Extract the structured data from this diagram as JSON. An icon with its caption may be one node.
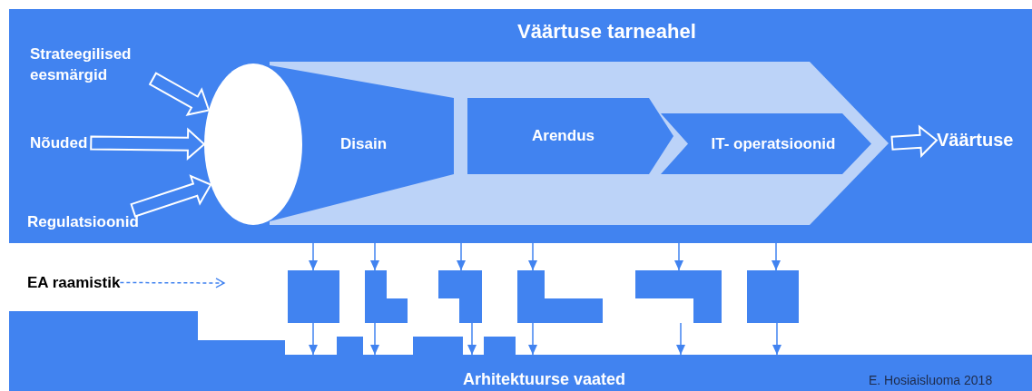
{
  "diagram": {
    "nodes": [
      {
        "text": [
          "Väärtuse tarneahel"
        ]
      },
      {
        "text": [
          "Strateegilised eesmärgid"
        ],
        "in": 0
      },
      {
        "text": [
          "Nõuded"
        ],
        "in": 0
      },
      {
        "text": [
          "Regulatsioonid"
        ],
        "in": 0
      },
      {
        "text": [],
        "shape": "circle",
        "in": 0
      },
      {
        "text": [
          "Disain"
        ],
        "in": 0
      },
      {
        "text": [
          "Arendus"
        ],
        "in": 5
      },
      {
        "text": [
          "IT- operatsioonid"
        ],
        "in": 5
      },
      {
        "text": [
          "Väärtuse"
        ],
        "in": 0
      },
      {
        "text": [
          "EA raamistik"
        ]
      },
      {
        "text": [],
        "shape": "box"
      },
      {
        "text": [],
        "shape": "box"
      },
      {
        "text": [],
        "shape": "box"
      },
      {
        "text": [],
        "shape": "box"
      },
      {
        "text": [],
        "shape": "box"
      },
      {
        "text": [],
        "shape": "box"
      },
      {
        "text": [
          "Arhitektuurse vaated"
        ]
      }
    ],
    "edges": [
      {
        "from": 1,
        "to": 4,
        "arrow": "to",
        "style": "thick",
        "color": "#ffffff"
      },
      {
        "from": 2,
        "to": 4,
        "arrow": "to",
        "style": "thick",
        "color": "#ffffff"
      },
      {
        "from": 3,
        "to": 4,
        "arrow": "to",
        "style": "thick",
        "color": "#ffffff"
      },
      {
        "from": 5,
        "to": 8,
        "arrow": "to",
        "style": "thick",
        "color": "#ffffff"
      },
      {
        "from": 9,
        "to": null,
        "arrow": "to",
        "style": "dashed"
      },
      {
        "from": 0,
        "to": 10,
        "arrow": "to"
      },
      {
        "from": 0,
        "to": 11,
        "arrow": "to"
      },
      {
        "from": 0,
        "to": 12,
        "arrow": "to"
      },
      {
        "from": 0,
        "to": 13,
        "arrow": "to"
      },
      {
        "from": 0,
        "to": 14,
        "arrow": "to"
      },
      {
        "from": 0,
        "to": 15,
        "arrow": "to"
      },
      {
        "from": 10,
        "to": 16,
        "arrow": "to"
      },
      {
        "from": 11,
        "to": 16,
        "arrow": "to"
      },
      {
        "from": 12,
        "to": 16,
        "arrow": "to"
      },
      {
        "from": 13,
        "to": 16,
        "arrow": "to"
      },
      {
        "from": 14,
        "to": 16,
        "arrow": "to"
      },
      {
        "from": 15,
        "to": 16,
        "arrow": "to"
      }
    ],
    "labels": [
      "E. Hosiaisluoma 2018"
    ]
  }
}
